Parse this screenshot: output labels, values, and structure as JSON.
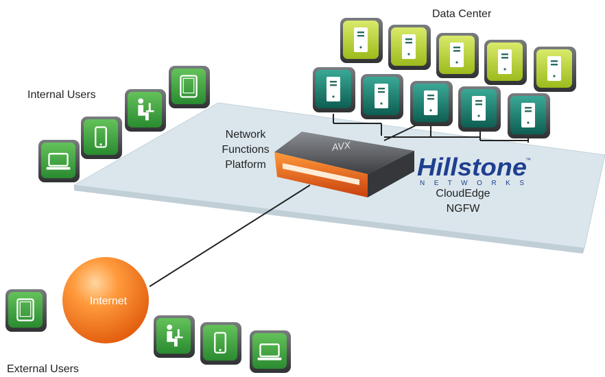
{
  "labels": {
    "data_center": "Data Center",
    "internal_users": "Internal Users",
    "external_users": "External Users",
    "platform_line1": "Network",
    "platform_line2": "Functions",
    "platform_line3": "Platform",
    "avx": "AVX",
    "internet": "Internet",
    "brand_name": "Hillstone",
    "brand_tm": "™",
    "brand_sub": "N E T W O R K S",
    "product_line1": "CloudEdge",
    "product_line2": "NGFW"
  },
  "colors": {
    "platform": "#dde8ee",
    "device_green": "#3a9a3a",
    "server_lime": "#b6cf30",
    "server_teal": "#1f7d70",
    "appliance_orange": "#f07020",
    "internet_orange": "#f57f1e",
    "brand_blue": "#1f3f8f"
  },
  "icons": {
    "internal_users": [
      "laptop-icon",
      "phone-icon",
      "user-at-desk-icon",
      "tablet-icon"
    ],
    "external_users": [
      "tablet-icon",
      "user-at-desk-icon",
      "phone-icon",
      "laptop-icon"
    ],
    "servers": "server-icon"
  }
}
